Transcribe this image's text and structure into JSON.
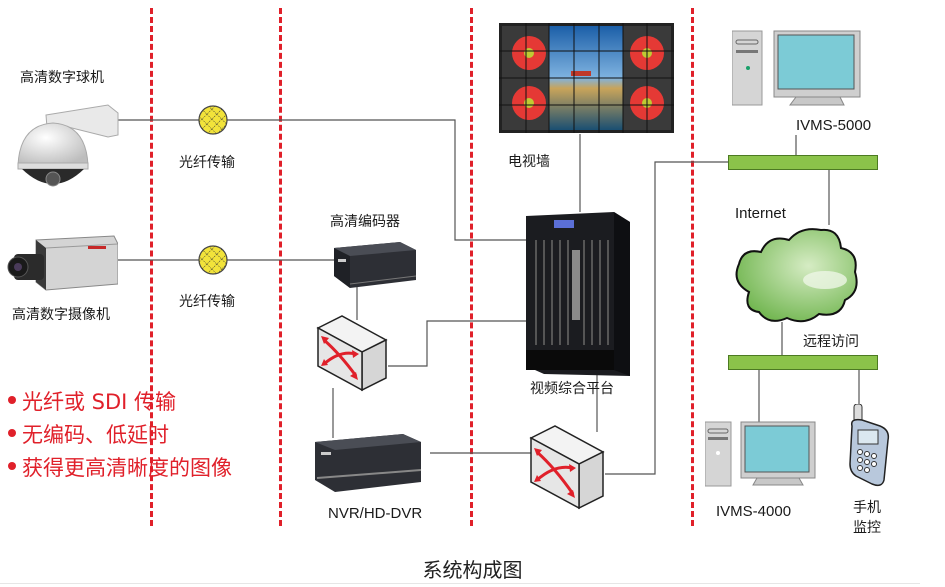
{
  "diagram": {
    "caption": "系统构成图",
    "devices": {
      "ptz_camera": "高清数字球机",
      "box_camera": "高清数字摄像机",
      "fiber_1": "光纤传输",
      "fiber_2": "光纤传输",
      "encoder": "高清编码器",
      "nvr": "NVR/HD-DVR",
      "video_wall": "电视墙",
      "platform": "视频综合平台",
      "ivms5000": "IVMS-5000",
      "internet": "Internet",
      "remote_access": "远程访问",
      "ivms4000": "IVMS-4000",
      "mobile_line1": "手机",
      "mobile_line2": "监控"
    },
    "features": [
      "光纤或 SDI 传输",
      "无编码、低延时",
      "获得更高清晰度的图像"
    ],
    "colors": {
      "accent_red": "#e0202a",
      "network_green": "#8bc34a",
      "fiber_yellow": "#f2e33a",
      "monitor_screen": "#7ccbd6"
    }
  }
}
